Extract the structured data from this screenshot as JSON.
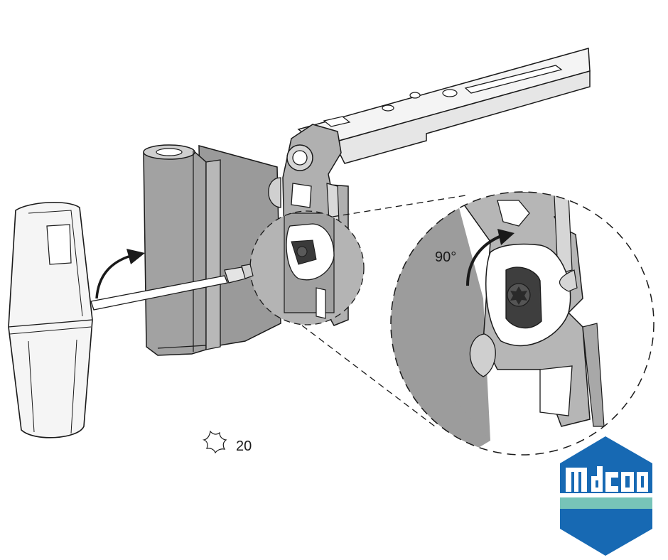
{
  "labels": {
    "rotation": "90°",
    "torx_size": "20"
  },
  "logo": {
    "wordmark": "maco",
    "colors": {
      "blue": "#1769b3",
      "teal": "#77c4b8",
      "white": "#ffffff"
    }
  },
  "colors": {
    "metal_dark": "#8a8a8a",
    "metal_mid": "#a9a9a9",
    "metal_light": "#d9d9d9",
    "outline": "#1a1a1a",
    "handle": "#f4f4f4",
    "background": "#ffffff"
  },
  "icons": {
    "torx": "torx-star-icon",
    "arrow": "curved-arrow-icon"
  }
}
